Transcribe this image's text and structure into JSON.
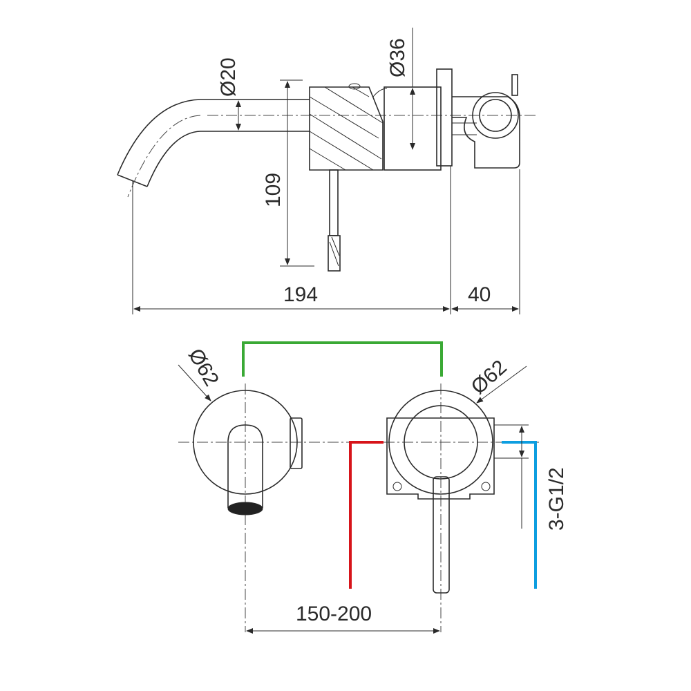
{
  "side_view": {
    "spout_diameter": "Ø20",
    "body_diameter": "Ø36",
    "lever_height": "109",
    "spout_reach": "194",
    "wall_depth": "40"
  },
  "front_view": {
    "spout_plate_diameter": "Ø62",
    "mixer_plate_diameter": "Ø62",
    "connection_thread": "3-G1/2",
    "center_distance": "150-200"
  },
  "colors": {
    "mixed_line": "#3aa935",
    "hot_line": "#d7141a",
    "cold_line": "#0d9ee0"
  }
}
